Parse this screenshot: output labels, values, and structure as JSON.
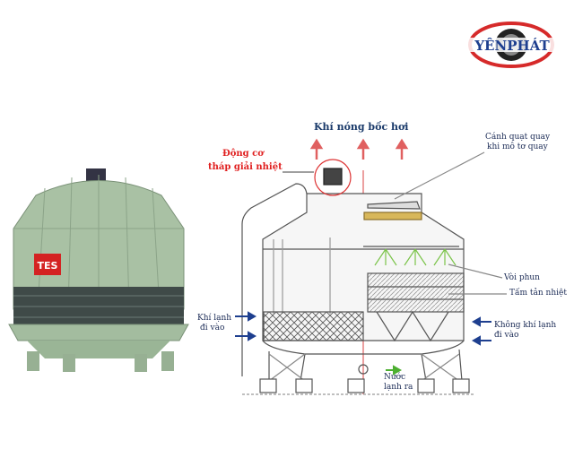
{
  "logo": {
    "text": "YÊN PHÁT",
    "colors": {
      "red": "#d62a2a",
      "blue": "#1e3f8f"
    }
  },
  "photo": {
    "badge": "TES"
  },
  "diagram": {
    "hot_air": "Khí nóng bốc hơi",
    "motor": [
      "Động cơ",
      "tháp giải nhiệt"
    ],
    "fan": [
      "Cánh quạt quay",
      "khi mô tơ quay"
    ],
    "nozzle": "Vòi phun",
    "fill": "Tấm tản nhiệt",
    "air_in_right": [
      "Không khí lạnh",
      "đi vào"
    ],
    "air_in_left": [
      "Khí lạnh",
      "đi vào"
    ],
    "water_out": [
      "Nước",
      "lạnh ra"
    ]
  }
}
